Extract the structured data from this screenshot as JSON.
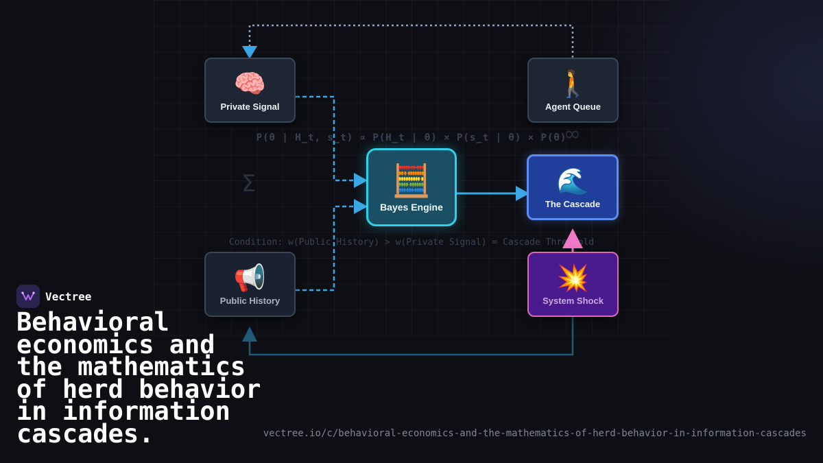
{
  "diagram": {
    "nodes": {
      "private_signal": {
        "label": "Private Signal",
        "icon": "brain-icon",
        "emoji": "🧠"
      },
      "agent_queue": {
        "label": "Agent Queue",
        "icon": "person-walking-icon",
        "emoji": "🚶"
      },
      "bayes_engine": {
        "label": "Bayes Engine",
        "icon": "abacus-icon",
        "emoji": "🧮"
      },
      "the_cascade": {
        "label": "The Cascade",
        "icon": "wave-icon",
        "emoji": "🌊"
      },
      "public_history": {
        "label": "Public History",
        "icon": "megaphone-icon",
        "emoji": "📢"
      },
      "system_shock": {
        "label": "System Shock",
        "icon": "collision-icon",
        "emoji": "💥"
      }
    },
    "formula": "P(θ | H_t, s_t) ∝ P(H_t | θ) × P(s_t | θ) × P(θ)",
    "condition": "Condition: w(Public History) > w(Private Signal) = Cascade Threshold",
    "symbols": {
      "sigma": "Σ",
      "infinity": "∞"
    },
    "colors": {
      "dashed_link": "#3aa8e6",
      "solid_link": "#3aa8e6",
      "feedback_link": "#8fa3c0",
      "shock_link": "#f07ac8",
      "return_link": "#1f5a78"
    }
  },
  "brand": {
    "name": "Vectree",
    "logo_icon": "vectree-logo-icon"
  },
  "headline": "Behavioral economics and the mathematics of herd behavior in information cascades.",
  "url": "vectree.io/c/behavioral-economics-and-the-mathematics-of-herd-behavior-in-information-cascades"
}
